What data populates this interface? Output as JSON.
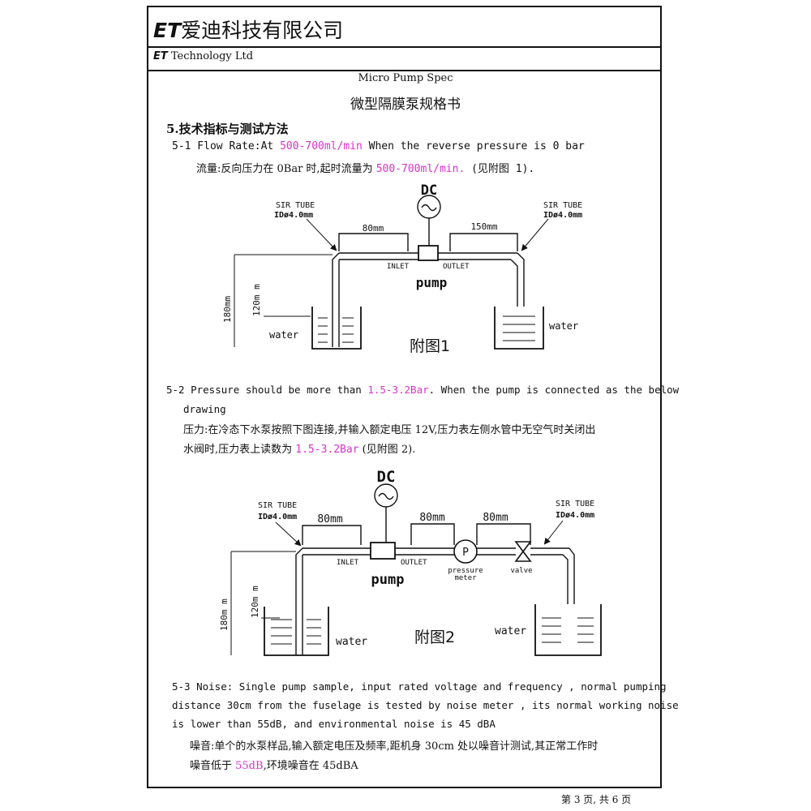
{
  "header": {
    "logo_mark": "ET",
    "company_cn": "爱迪科技有限公司",
    "company_en": "Technology Ltd"
  },
  "doc": {
    "title_en": "Micro Pump Spec",
    "title_cn": "微型隔膜泵规格书",
    "section": "5.技术指标与测试方法"
  },
  "s51": {
    "en_a": "5-1 Flow Rate:At ",
    "en_hl": "500-700ml/min",
    "en_b": " When the reverse pressure is 0 bar",
    "cn_a": "流量:反向压力在 0Bar 时,起时流量为 ",
    "cn_hl": "500-700ml/min.",
    "cn_b": " (见附图 1)."
  },
  "fig1": {
    "dc": "DC",
    "tube_l1": "SIR TUBE",
    "tube_l2": "IDø4.0mm",
    "tube_r1": "SIR TUBE",
    "tube_r2": "IDø4.0mm",
    "dim_in": "80mm",
    "dim_out": "150mm",
    "inlet": "INLET",
    "outlet": "OUTLET",
    "pump": "pump",
    "h120": "120m m",
    "h180": "180mm",
    "water_l": "water",
    "water_r": "water",
    "caption": "附图1"
  },
  "s52": {
    "en_a": "5-2  Pressure should be more than ",
    "en_hl": "1.5-3.2Bar",
    "en_b": ". When the pump is connected as the below",
    "en_c": "drawing",
    "cn_1": "压力:在冷态下水泵按照下图连接,并输入额定电压 12V,压力表左侧水管中无空气时关闭出",
    "cn_2a": "水阀时,压力表上读数为 ",
    "cn_2hl": "1.5-3.2Bar",
    "cn_2b": " (见附图 2)."
  },
  "fig2": {
    "dc": "DC",
    "tube_l1": "SIR TUBE",
    "tube_l2": "IDø4.0mm",
    "tube_r1": "SIR TUBE",
    "tube_r2": "IDø4.0mm",
    "dim1": "80mm",
    "dim2": "80mm",
    "dim3": "80mm",
    "inlet": "INLET",
    "outlet": "OUTLET",
    "pump": "pump",
    "p": "P",
    "pm1": "pressure",
    "pm2": "meter",
    "valve": "valve",
    "h120": "120m m",
    "h180": "180m m",
    "water_l": "water",
    "water_r": "water",
    "caption": "附图2"
  },
  "s53": {
    "en_1": "5-3 Noise: Single pump sample, input rated voltage and frequency , normal pumping",
    "en_2": "distance 30cm from the fuselage is tested by noise meter , its normal working noise",
    "en_3": "is lower than 55dB, and environmental noise is 45 dBA",
    "cn_1": "噪音:单个的水泵样品,输入额定电压及频率,距机身 30cm 处以噪音计测试,其正常工作时",
    "cn_2a": "噪音低于 ",
    "cn_2hl": "55dB",
    "cn_2b": ",环境噪音在 45dBA"
  },
  "footer": {
    "page": "第 3 页,  共 6 页"
  },
  "colors": {
    "highlight": "#d633c9",
    "ink": "#111111"
  }
}
